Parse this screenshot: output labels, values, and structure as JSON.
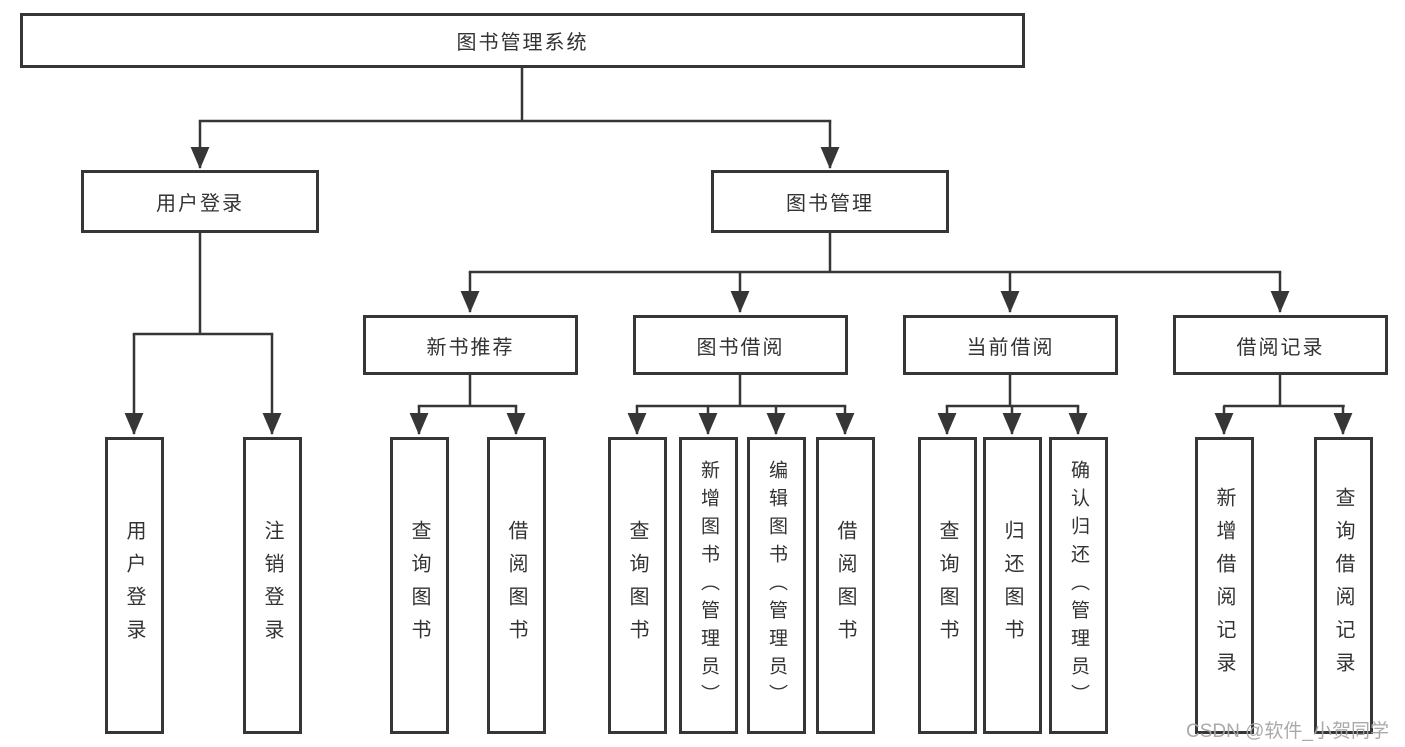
{
  "diagram": {
    "title": "图书管理系统",
    "tree": {
      "root": {
        "label": "图书管理系统",
        "children": [
          {
            "label": "用户登录",
            "children": [
              {
                "label": "用户登录"
              },
              {
                "label": "注销登录"
              }
            ]
          },
          {
            "label": "图书管理",
            "children": [
              {
                "label": "新书推荐",
                "children": [
                  {
                    "label": "查询图书"
                  },
                  {
                    "label": "借阅图书"
                  }
                ]
              },
              {
                "label": "图书借阅",
                "children": [
                  {
                    "label": "查询图书"
                  },
                  {
                    "label": "新增图书（管理员）"
                  },
                  {
                    "label": "编辑图书（管理员）"
                  },
                  {
                    "label": "借阅图书"
                  }
                ]
              },
              {
                "label": "当前借阅",
                "children": [
                  {
                    "label": "查询图书"
                  },
                  {
                    "label": "归还图书"
                  },
                  {
                    "label": "确认归还（管理员）"
                  }
                ]
              },
              {
                "label": "借阅记录",
                "children": [
                  {
                    "label": "新增借阅记录"
                  },
                  {
                    "label": "查询借阅记录"
                  }
                ]
              }
            ]
          }
        ]
      }
    },
    "colors": {
      "line": "#363636",
      "box_border": "#363636",
      "text": "#333333",
      "background": "#ffffff",
      "watermark": "#a5a5a5"
    }
  },
  "watermark": {
    "text": "CSDN @软件_小贺同学"
  }
}
